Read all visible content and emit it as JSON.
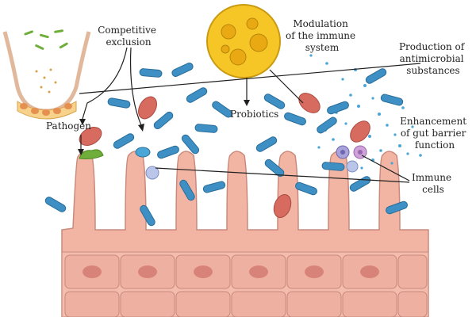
{
  "labels": {
    "competitive_exclusion": [
      "Competitive",
      "exclusion"
    ],
    "modulation": [
      "Modulation",
      "of the immune",
      "system"
    ],
    "production": [
      "Production of",
      "antimicrobial",
      "substances"
    ],
    "pathogen": "Pathogen",
    "probiotics": "Probiotics",
    "enhancement": [
      "Enhancement",
      "of gut barrier",
      "function"
    ],
    "immune_cells": [
      "Immune",
      "cells"
    ]
  },
  "colors": {
    "probiotic_rod": "#3d8fc4",
    "pathogen_oval": "#d86b5f",
    "pathogen_attached": "#6fae3a",
    "tissue": "#f2b5a4",
    "tissue_outline": "#c98a7c",
    "enterocyte": "#eeb0a1",
    "nucleus": "#d8837a",
    "immune_cell": "#a9a3d9",
    "yellow_cell": "#f6c626",
    "antimicrobial_dots": "#4aa6d6"
  }
}
